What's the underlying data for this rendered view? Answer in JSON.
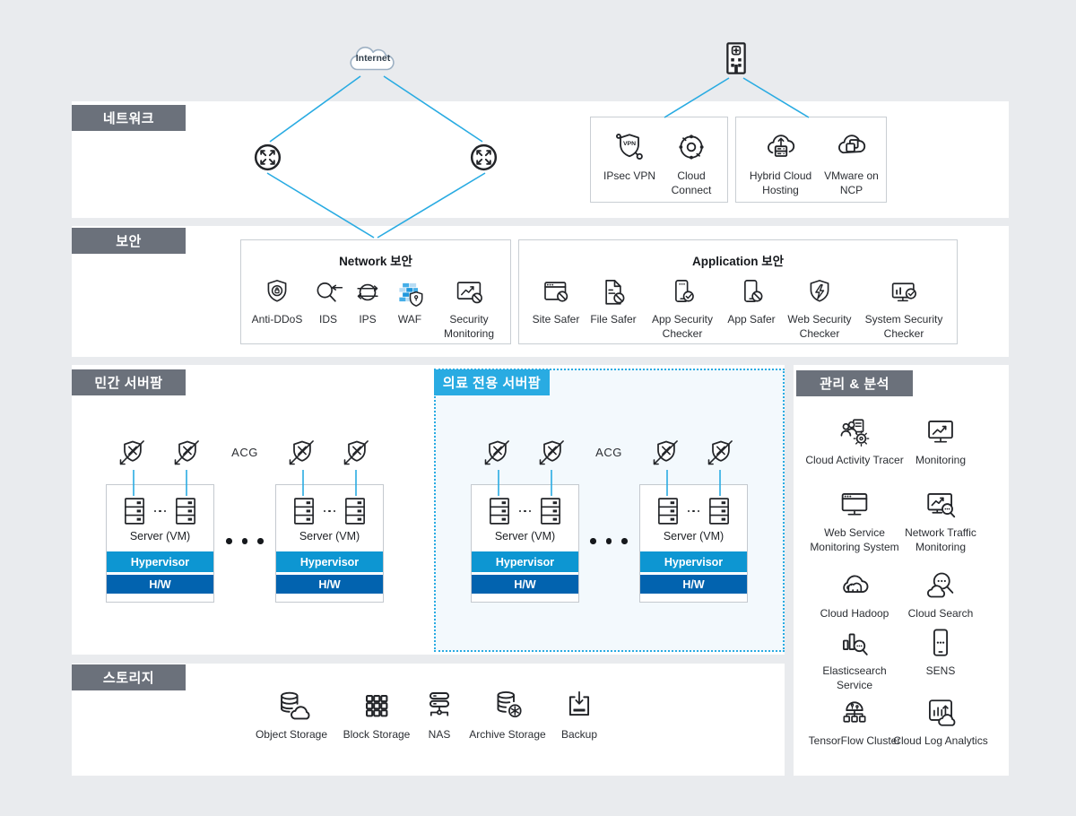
{
  "colors": {
    "accent_cyan": "#29abe2",
    "section_label_gray": "#6b717b",
    "hypervisor_blue": "#0d96d2",
    "hw_blue": "#0263af",
    "icon_ink": "#222428"
  },
  "internet": {
    "label": "Internet",
    "icon": "internet-cloud-icon"
  },
  "hospital": {
    "icon": "hospital-icon"
  },
  "routers": {
    "icon": "router-icon"
  },
  "sections": {
    "network": {
      "label": "네트워크",
      "vpn_box": {
        "items": [
          {
            "label": "IPsec VPN",
            "icon": "ipsec-vpn-icon"
          },
          {
            "label": "Cloud Connect",
            "icon": "cloud-connect-icon"
          }
        ]
      },
      "hybrid_box": {
        "items": [
          {
            "label": "Hybrid Cloud Hosting",
            "icon": "hybrid-cloud-hosting-icon"
          },
          {
            "label": "VMware on NCP",
            "icon": "vmware-on-ncp-icon"
          }
        ]
      }
    },
    "security": {
      "label": "보안",
      "network_security": {
        "title": "Network 보안",
        "items": [
          {
            "label": "Anti-DDoS",
            "icon": "anti-ddos-icon"
          },
          {
            "label": "IDS",
            "icon": "ids-icon"
          },
          {
            "label": "IPS",
            "icon": "ips-icon"
          },
          {
            "label": "WAF",
            "icon": "waf-icon"
          },
          {
            "label": "Security Monitoring",
            "icon": "security-monitoring-icon"
          }
        ]
      },
      "application_security": {
        "title": "Application 보안",
        "items": [
          {
            "label": "Site Safer",
            "icon": "site-safer-icon"
          },
          {
            "label": "File Safer",
            "icon": "file-safer-icon"
          },
          {
            "label": "App Security Checker",
            "icon": "app-security-checker-icon"
          },
          {
            "label": "App Safer",
            "icon": "app-safer-icon"
          },
          {
            "label": "Web Security Checker",
            "icon": "web-security-checker-icon"
          },
          {
            "label": "System Security Checker",
            "icon": "system-security-checker-icon"
          }
        ]
      }
    },
    "private_farm": {
      "label": "민간 서버팜",
      "acg_label": "ACG"
    },
    "medical_farm": {
      "label": "의료 전용 서버팜",
      "acg_label": "ACG"
    },
    "cluster": {
      "server_label": "Server (VM)",
      "hypervisor_label": "Hypervisor",
      "hw_label": "H/W",
      "server_icon": "server-rack-icon",
      "acg_icon": "acg-shield-icon"
    },
    "management": {
      "label": "관리 & 분석",
      "items": [
        {
          "label": "Cloud Activity Tracer",
          "icon": "cloud-activity-tracer-icon"
        },
        {
          "label": "Monitoring",
          "icon": "monitoring-icon"
        },
        {
          "label": "Web Service Monitoring System",
          "icon": "web-service-monitoring-icon"
        },
        {
          "label": "Network Traffic Monitoring",
          "icon": "network-traffic-monitoring-icon"
        },
        {
          "label": "Cloud Hadoop",
          "icon": "cloud-hadoop-icon"
        },
        {
          "label": "Cloud Search",
          "icon": "cloud-search-icon"
        },
        {
          "label": "Elasticsearch Service",
          "icon": "elasticsearch-service-icon"
        },
        {
          "label": "SENS",
          "icon": "sens-icon"
        },
        {
          "label": "TensorFlow Cluster",
          "icon": "tensorflow-cluster-icon"
        },
        {
          "label": "Cloud Log Analytics",
          "icon": "cloud-log-analytics-icon"
        }
      ]
    },
    "storage": {
      "label": "스토리지",
      "items": [
        {
          "label": "Object Storage",
          "icon": "object-storage-icon"
        },
        {
          "label": "Block Storage",
          "icon": "block-storage-icon"
        },
        {
          "label": "NAS",
          "icon": "nas-icon"
        },
        {
          "label": "Archive Storage",
          "icon": "archive-storage-icon"
        },
        {
          "label": "Backup",
          "icon": "backup-icon"
        }
      ]
    }
  }
}
